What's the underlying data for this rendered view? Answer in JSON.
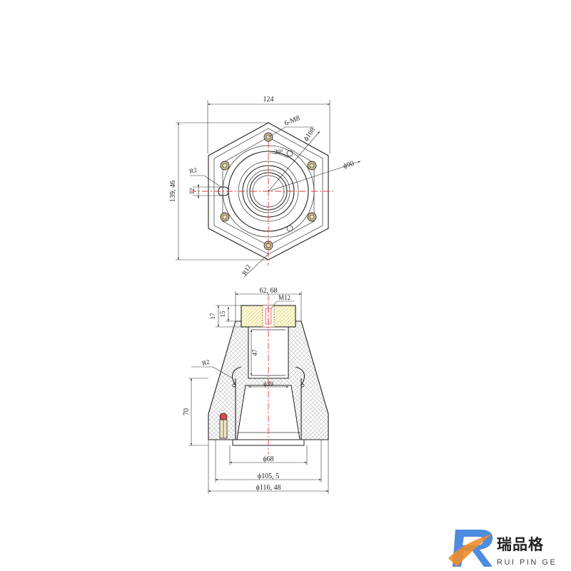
{
  "top_view": {
    "dim_width": "124",
    "dim_height": "139, 46",
    "dim_holes": "6-M8",
    "dim_bolt_circle": "ϕ108",
    "dim_angle": "30°",
    "dim_bore": "ϕ90",
    "dim_slot_radius": "R2",
    "dim_slot_width": "12",
    "dim_corner_radius": "R12"
  },
  "side_view": {
    "dim_top_width": "62, 68",
    "dim_thread": "M12",
    "dim_h17": "17",
    "dim_h15": "15",
    "dim_depth": "47",
    "dim_radius": "R2",
    "dim_inner_dia": "ϕ39",
    "dim_height": "70",
    "dim_base_inner": "ϕ68",
    "dim_base_mid": "ϕ105, 5",
    "dim_base_outer": "ϕ116, 48"
  },
  "logo": {
    "cn_text": "瑞品格",
    "en_text": "RUI PIN GE",
    "colors": {
      "r_blue": "#3b7fd9",
      "r_orange": "#f08c2a"
    }
  }
}
